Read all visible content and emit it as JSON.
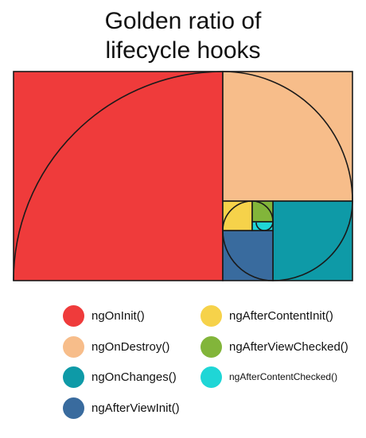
{
  "title": {
    "line1": "Golden ratio of",
    "line2": "lifecycle hooks"
  },
  "colors": {
    "ngOnInit": "#ef3b3b",
    "ngOnDestroy": "#f7bd8a",
    "ngOnChanges": "#0e9aa7",
    "ngAfterViewInit": "#396b9e",
    "ngAfterContentInit": "#f6d24a",
    "ngAfterViewChecked": "#82b53a",
    "ngAfterContentChecked": "#1fd6d6",
    "stroke": "#1a1a1a"
  },
  "legend": {
    "items": [
      {
        "label": "ngOnInit()",
        "color": "#ef3b3b"
      },
      {
        "label": "ngOnDestroy()",
        "color": "#f7bd8a"
      },
      {
        "label": "ngOnChanges()",
        "color": "#0e9aa7"
      },
      {
        "label": "ngAfterViewInit()",
        "color": "#396b9e"
      },
      {
        "label": "ngAfterContentInit()",
        "color": "#f6d24a"
      },
      {
        "label": "ngAfterViewChecked()",
        "color": "#82b53a"
      },
      {
        "label": "ngAfterContentChecked()",
        "color": "#1fd6d6"
      }
    ]
  }
}
